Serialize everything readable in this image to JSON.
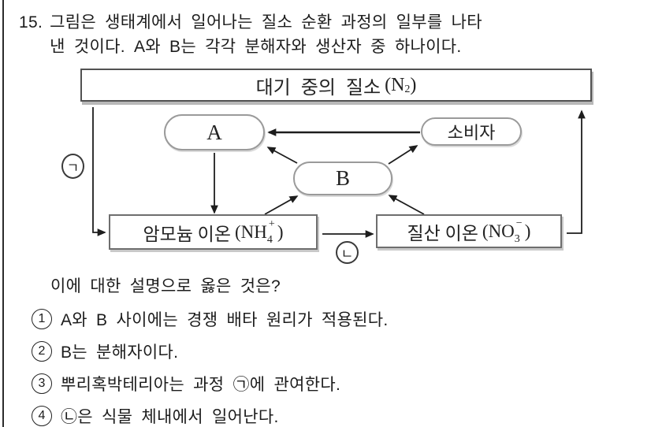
{
  "question": {
    "number": "15.",
    "stem_lines": [
      "그림은 생태계에서 일어나는 질소 순환 과정의 일부를 나타",
      "낸 것이다. A와 B는 각각 분해자와 생산자 중 하나이다."
    ],
    "prompt": "이에 대한 설명으로 옳은 것은?"
  },
  "diagram": {
    "atmosphere": {
      "label": "대기 중의 질소",
      "open": "(N",
      "sub": "2",
      "close": ")"
    },
    "node_a": "A",
    "node_b": "B",
    "consumer": "소비자",
    "ammonium": {
      "label": "암모늄 이온",
      "open": "(NH",
      "sub": "4",
      "sup": "+",
      "close": ")"
    },
    "nitrate": {
      "label": "질산 이온",
      "open": "(NO",
      "sub": "3",
      "sup": "−",
      "close": ")"
    },
    "process_a_mark": "ㄱ",
    "process_b_mark": "ㄴ"
  },
  "choices": [
    {
      "num": "1",
      "text": "A와 B 사이에는 경쟁 배타 원리가 적용된다."
    },
    {
      "num": "2",
      "text": "B는 분해자이다."
    },
    {
      "num": "3",
      "text": "뿌리혹박테리아는 과정 ㉠에 관여한다."
    },
    {
      "num": "4",
      "text": "㉡은 식물 체내에서 일어난다."
    }
  ],
  "colors": {
    "ink": "#1c1c1c",
    "bar_border": "#525252",
    "pill_border": "#9a9a9a",
    "rect_border": "#6e6e6e",
    "shadow": "#bdbdbd"
  }
}
